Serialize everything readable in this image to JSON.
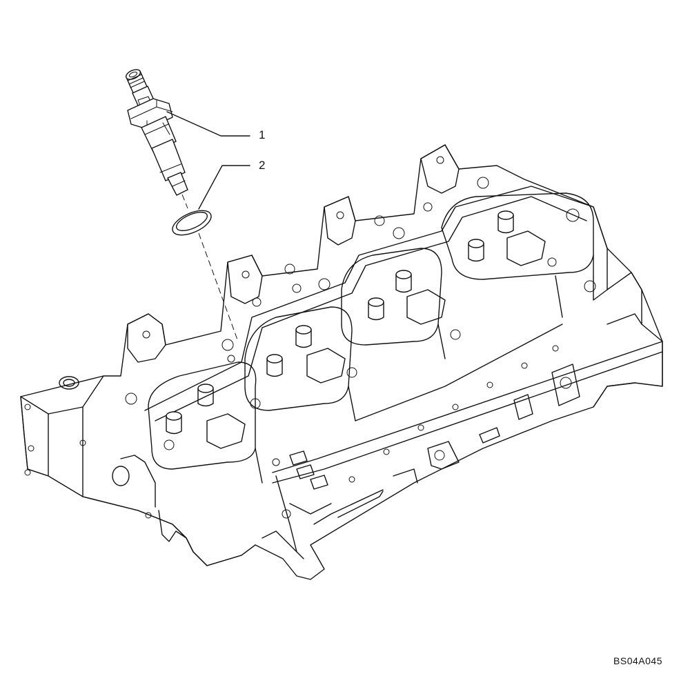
{
  "callouts": [
    {
      "number": "1",
      "part": "injector"
    },
    {
      "number": "2",
      "part": "seal-ring"
    }
  ],
  "reference_code": "BS04A045"
}
